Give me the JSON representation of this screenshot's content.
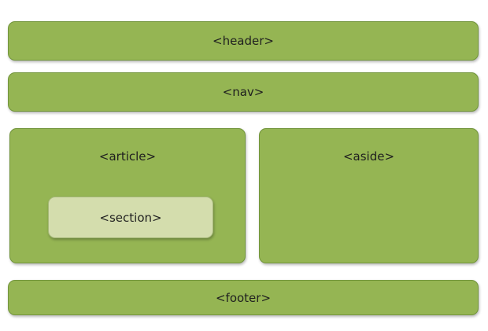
{
  "diagram": {
    "header": {
      "label": "<header>"
    },
    "nav": {
      "label": "<nav>"
    },
    "article": {
      "label": "<article>"
    },
    "section": {
      "label": "<section>"
    },
    "aside": {
      "label": "<aside>"
    },
    "footer": {
      "label": "<footer>"
    }
  },
  "colors": {
    "box_fill": "#95b553",
    "box_border": "#72953c",
    "section_fill": "#d4ddad",
    "section_border": "#a5b878",
    "text": "#1f1f1f",
    "page_bg": "#ffffff"
  }
}
